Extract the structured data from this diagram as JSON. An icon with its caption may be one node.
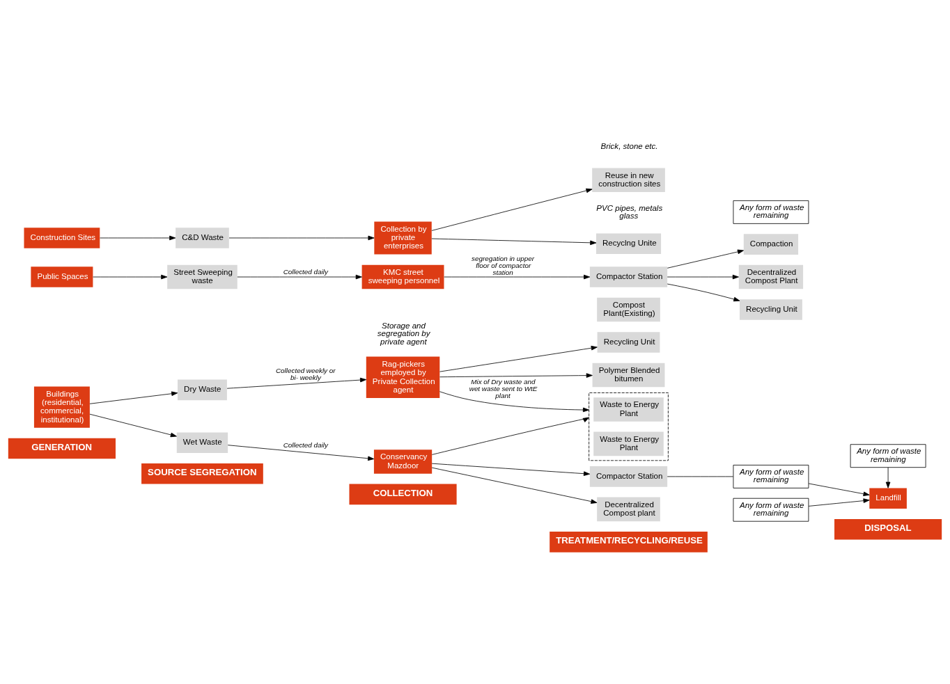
{
  "diagram": {
    "nodes": [
      {
        "text": [
          "GENERATION"
        ]
      },
      {
        "text": [
          "SOURCE SEGREGATION"
        ]
      },
      {
        "text": [
          "COLLECTION"
        ]
      },
      {
        "text": [
          "TREATMENT/RECYCLING/REUSE"
        ]
      },
      {
        "text": [
          "DISPOSAL"
        ]
      },
      {
        "text": [
          "Buildings (residential, commercial, institutional)"
        ]
      },
      {
        "text": [
          "Dry Waste"
        ]
      },
      {
        "text": [
          "Wet Waste"
        ]
      },
      {
        "text": [
          "Rag-pickers employed by Private Collection agent"
        ],
        "beside": [
          "Storage and segregation by private agent"
        ]
      },
      {
        "text": [
          "Conservancy Mazdoor"
        ]
      },
      {
        "text": [
          "Recycling Unit"
        ]
      },
      {
        "text": [
          "Polymer Blended bitumen"
        ]
      },
      {
        "text": [],
        "shape": "box"
      },
      {
        "text": [
          "Waste to Energy Plant"
        ],
        "in": 12
      },
      {
        "text": [
          "Waste to Energy Plant"
        ],
        "in": 12
      },
      {
        "text": [
          "Compactor Station"
        ]
      },
      {
        "text": [
          "Decentralized Compost plant"
        ]
      },
      {
        "text": [
          "Compost Plant(Existing)"
        ]
      },
      {
        "text": [
          "Any form of waste remaining"
        ]
      },
      {
        "text": [
          "Any form of waste remaining"
        ]
      },
      {
        "text": [
          "Landfill"
        ]
      },
      {
        "text": [
          "Public Spaces"
        ]
      },
      {
        "text": [
          "Street Sweeping waste"
        ]
      },
      {
        "text": [
          "KMC street sweeping personnel"
        ]
      },
      {
        "text": [
          "Compactor Station"
        ]
      },
      {
        "text": [
          "Compaction"
        ]
      },
      {
        "text": [
          "Decentralized Compost Plant"
        ]
      },
      {
        "text": [
          "Recycling Unit"
        ]
      },
      {
        "text": [
          "Any form of waste remaining"
        ]
      },
      {
        "text": [
          "Construction Sites"
        ]
      },
      {
        "text": [
          "C&D Waste"
        ]
      },
      {
        "text": [
          "Collection by private enterprises"
        ]
      },
      {
        "text": [
          "Reuse in new construction sites"
        ],
        "beside": [
          "Brick, stone etc."
        ]
      },
      {
        "text": [
          "Recyclng Unite"
        ],
        "beside": [
          "PVC pipes, metals glass"
        ]
      },
      {
        "text": [
          "Any form of waste remaining"
        ]
      }
    ],
    "edges": [
      {
        "from": 5,
        "to": 6,
        "arrow": "to"
      },
      {
        "from": 5,
        "to": 7,
        "arrow": "to"
      },
      {
        "from": 6,
        "to": 8,
        "arrow": "to",
        "label": "Collected weekly or bi- weekly"
      },
      {
        "from": 7,
        "to": 9,
        "arrow": "to",
        "label": "Collected daily"
      },
      {
        "from": 8,
        "to": 10,
        "arrow": "to"
      },
      {
        "from": 8,
        "to": 11,
        "arrow": "to"
      },
      {
        "from": 8,
        "to": 12,
        "arrow": "to",
        "label": "Mix of Dry waste and wet waste sent to WtE plant"
      },
      {
        "from": 9,
        "to": 12,
        "arrow": "to"
      },
      {
        "from": 9,
        "to": 15,
        "arrow": "to"
      },
      {
        "from": 9,
        "to": 16,
        "arrow": "to"
      },
      {
        "from": 15,
        "to": 19,
        "arrow": "none"
      },
      {
        "from": 18,
        "to": 20,
        "arrow": "to"
      },
      {
        "from": 19,
        "to": 20,
        "arrow": "to"
      },
      {
        "from": 28,
        "to": 20,
        "arrow": "to"
      },
      {
        "from": 21,
        "to": 22,
        "arrow": "to"
      },
      {
        "from": 22,
        "to": 23,
        "arrow": "to",
        "label": "Collected daily"
      },
      {
        "from": 23,
        "to": 24,
        "arrow": "to",
        "label": "segregation in upper floor of compactor station"
      },
      {
        "from": 24,
        "to": 25,
        "arrow": "to"
      },
      {
        "from": 24,
        "to": 26,
        "arrow": "to"
      },
      {
        "from": 24,
        "to": 27,
        "arrow": "to"
      },
      {
        "from": 29,
        "to": 30,
        "arrow": "to"
      },
      {
        "from": 30,
        "to": 31,
        "arrow": "to"
      },
      {
        "from": 31,
        "to": 32,
        "arrow": "to"
      },
      {
        "from": 31,
        "to": 33,
        "arrow": "to"
      }
    ]
  }
}
